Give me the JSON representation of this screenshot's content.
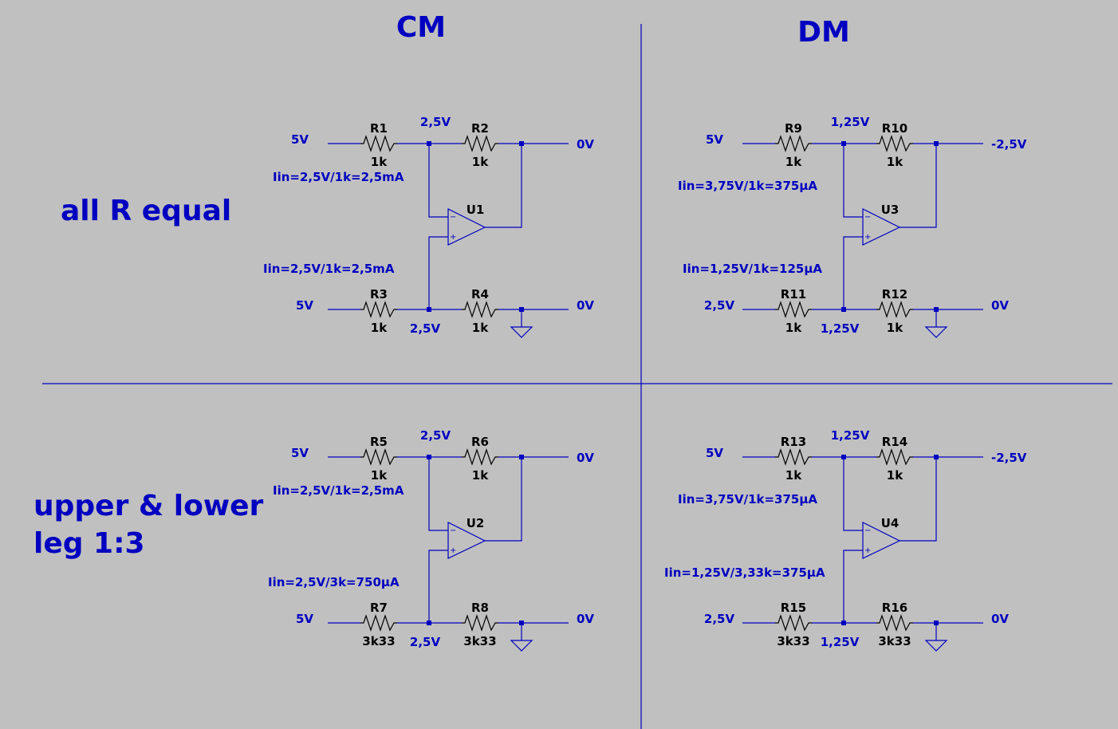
{
  "headers": {
    "cm": "CM",
    "dm": "DM",
    "row1": "all R equal",
    "row2_line1": "upper & lower",
    "row2_line2": "leg 1:3"
  },
  "circuits": [
    {
      "id": "cm1",
      "r_top_a": {
        "name": "R1",
        "value": "1k"
      },
      "r_top_b": {
        "name": "R2",
        "value": "1k"
      },
      "r_bot_a": {
        "name": "R3",
        "value": "1k"
      },
      "r_bot_b": {
        "name": "R4",
        "value": "1k"
      },
      "opamp": "U1",
      "v_top_in": "5V",
      "v_top_node": "2,5V",
      "v_top_out": "0V",
      "v_bot_in": "5V",
      "v_bot_node": "2,5V",
      "v_bot_out": "0V",
      "iin_top": "Iin=2,5V/1k=2,5mA",
      "iin_bot": "Iin=2,5V/1k=2,5mA"
    },
    {
      "id": "dm1",
      "r_top_a": {
        "name": "R9",
        "value": "1k"
      },
      "r_top_b": {
        "name": "R10",
        "value": "1k"
      },
      "r_bot_a": {
        "name": "R11",
        "value": "1k"
      },
      "r_bot_b": {
        "name": "R12",
        "value": "1k"
      },
      "opamp": "U3",
      "v_top_in": "5V",
      "v_top_node": "1,25V",
      "v_top_out": "-2,5V",
      "v_bot_in": "2,5V",
      "v_bot_node": "1,25V",
      "v_bot_out": "0V",
      "iin_top": "Iin=3,75V/1k=375µA",
      "iin_bot": "Iin=1,25V/1k=125µA"
    },
    {
      "id": "cm2",
      "r_top_a": {
        "name": "R5",
        "value": "1k"
      },
      "r_top_b": {
        "name": "R6",
        "value": "1k"
      },
      "r_bot_a": {
        "name": "R7",
        "value": "3k33"
      },
      "r_bot_b": {
        "name": "R8",
        "value": "3k33"
      },
      "opamp": "U2",
      "v_top_in": "5V",
      "v_top_node": "2,5V",
      "v_top_out": "0V",
      "v_bot_in": "5V",
      "v_bot_node": "2,5V",
      "v_bot_out": "0V",
      "iin_top": "Iin=2,5V/1k=2,5mA",
      "iin_bot": "Iin=2,5V/3k=750µA"
    },
    {
      "id": "dm2",
      "r_top_a": {
        "name": "R13",
        "value": "1k"
      },
      "r_top_b": {
        "name": "R14",
        "value": "1k"
      },
      "r_bot_a": {
        "name": "R15",
        "value": "3k33"
      },
      "r_bot_b": {
        "name": "R16",
        "value": "3k33"
      },
      "opamp": "U4",
      "v_top_in": "5V",
      "v_top_node": "1,25V",
      "v_top_out": "-2,5V",
      "v_bot_in": "2,5V",
      "v_bot_node": "1,25V",
      "v_bot_out": "0V",
      "iin_top": "Iin=3,75V/1k=375µA",
      "iin_bot": "Iin=1,25V/3,33k=375µA"
    }
  ]
}
